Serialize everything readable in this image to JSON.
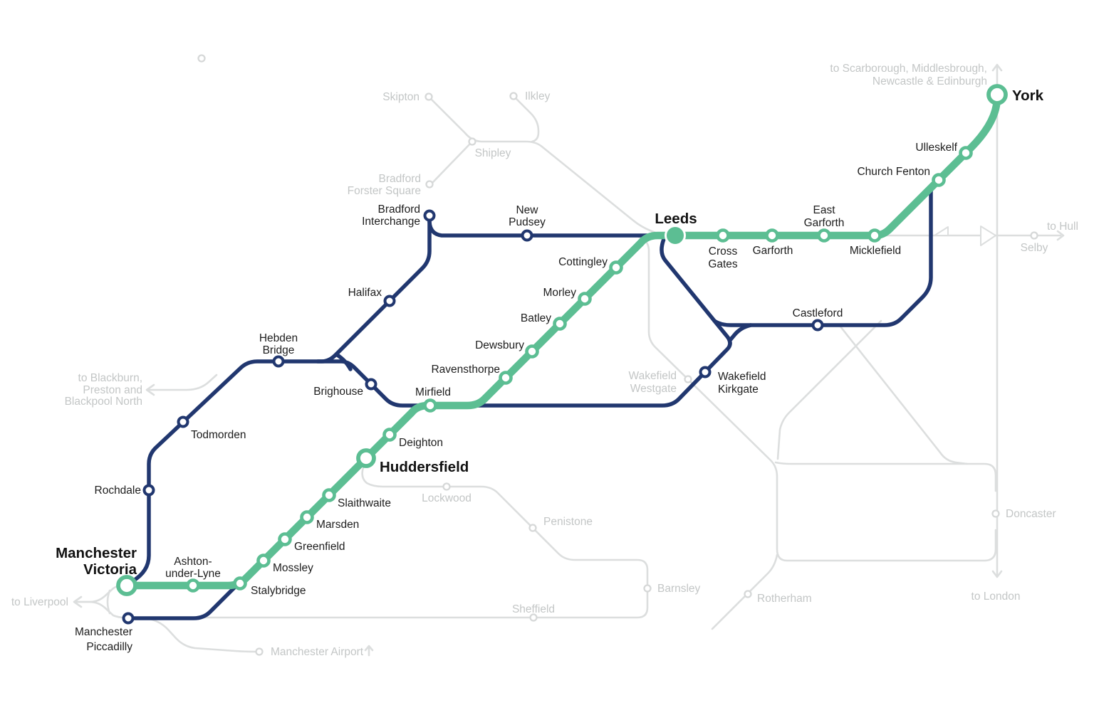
{
  "title": "TransPennine route map Manchester to York",
  "colors": {
    "route_green": "#5cbe93",
    "route_navy": "#21376f",
    "faded_line": "#dcdede",
    "faded_text": "#c3c6c6",
    "label_text": "#1d1d1d",
    "background": "#ffffff"
  },
  "labels": {
    "green": {
      "manchester_victoria_1": "Manchester",
      "manchester_victoria_2": "Victoria",
      "ashton_1": "Ashton-",
      "ashton_2": "under-Lyne",
      "stalybridge": "Stalybridge",
      "mossley": "Mossley",
      "greenfield": "Greenfield",
      "marsden": "Marsden",
      "slaithwaite": "Slaithwaite",
      "huddersfield": "Huddersfield",
      "deighton": "Deighton",
      "mirfield": "Mirfield",
      "ravensthorpe": "Ravensthorpe",
      "dewsbury": "Dewsbury",
      "batley": "Batley",
      "morley": "Morley",
      "cottingley": "Cottingley",
      "leeds": "Leeds",
      "cross_gates_1": "Cross",
      "cross_gates_2": "Gates",
      "garforth": "Garforth",
      "east_garforth_1": "East",
      "east_garforth_2": "Garforth",
      "micklefield": "Micklefield",
      "church_fenton": "Church Fenton",
      "ulleskelf": "Ulleskelf",
      "york": "York"
    },
    "navy": {
      "manchester_piccadilly_1": "Manchester",
      "manchester_piccadilly_2": "Piccadilly",
      "rochdale": "Rochdale",
      "todmorden": "Todmorden",
      "hebden_bridge_1": "Hebden",
      "hebden_bridge_2": "Bridge",
      "halifax": "Halifax",
      "brighouse": "Brighouse",
      "bradford_interchange_1": "Bradford",
      "bradford_interchange_2": "Interchange",
      "new_pudsey_1": "New",
      "new_pudsey_2": "Pudsey",
      "wakefield_kirkgate_1": "Wakefield",
      "wakefield_kirkgate_2": "Kirkgate",
      "castleford": "Castleford"
    },
    "gray": {
      "skipton": "Skipton",
      "ilkley": "Ilkley",
      "shipley": "Shipley",
      "bradford_forster_square_1": "Bradford",
      "bradford_forster_square_2": "Forster Square",
      "wakefield_westgate_1": "Wakefield",
      "wakefield_westgate_2": "Westgate",
      "lockwood": "Lockwood",
      "penistone": "Penistone",
      "barnsley": "Barnsley",
      "sheffield": "Sheffield",
      "rotherham": "Rotherham",
      "doncaster": "Doncaster",
      "selby": "Selby",
      "to_hull": "to Hull",
      "to_scarborough_1": "to Scarborough, Middlesbrough,",
      "to_scarborough_2": "Newcastle & Edinburgh",
      "to_london": "to London",
      "to_liverpool": "to Liverpool",
      "to_blackburn_1": "to Blackburn,",
      "to_blackburn_2": "Preston and",
      "to_blackburn_3": "Blackpool North",
      "manchester_airport": "Manchester Airport"
    }
  }
}
